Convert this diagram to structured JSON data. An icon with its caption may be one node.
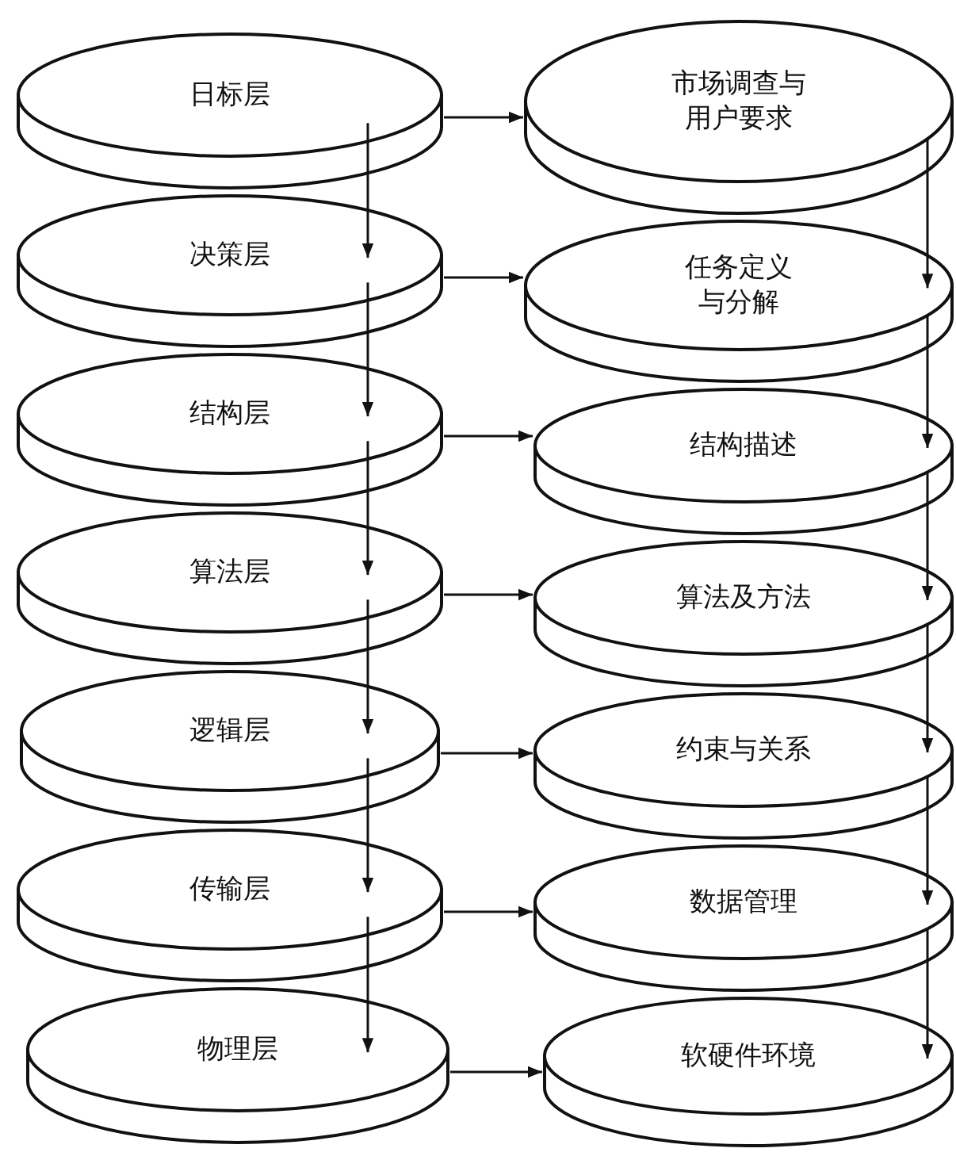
{
  "diagram": {
    "nodes": [
      {
        "text": [
          "日标层"
        ]
      },
      {
        "text": [
          "决策层"
        ]
      },
      {
        "text": [
          "结构层"
        ]
      },
      {
        "text": [
          "算法层"
        ]
      },
      {
        "text": [
          "逻辑层"
        ]
      },
      {
        "text": [
          "传输层"
        ]
      },
      {
        "text": [
          "物理层"
        ]
      },
      {
        "text": [
          "市场调查与用户要求"
        ]
      },
      {
        "text": [
          "任务定义与分解"
        ]
      },
      {
        "text": [
          "结构描述"
        ]
      },
      {
        "text": [
          "算法及方法"
        ]
      },
      {
        "text": [
          "约束与关系"
        ]
      },
      {
        "text": [
          "数据管理"
        ]
      },
      {
        "text": [
          "软硬件环境"
        ]
      }
    ],
    "edges": [
      {
        "from": 0,
        "to": 7,
        "arrow": "to"
      },
      {
        "from": 1,
        "to": 8,
        "arrow": "to"
      },
      {
        "from": 2,
        "to": 9,
        "arrow": "to"
      },
      {
        "from": 3,
        "to": 10,
        "arrow": "to"
      },
      {
        "from": 4,
        "to": 11,
        "arrow": "to"
      },
      {
        "from": 5,
        "to": 12,
        "arrow": "to"
      },
      {
        "from": 6,
        "to": 13,
        "arrow": "to"
      },
      {
        "from": 0,
        "to": 1,
        "arrow": "to"
      },
      {
        "from": 1,
        "to": 2,
        "arrow": "to"
      },
      {
        "from": 2,
        "to": 3,
        "arrow": "to"
      },
      {
        "from": 3,
        "to": 4,
        "arrow": "to"
      },
      {
        "from": 4,
        "to": 5,
        "arrow": "to"
      },
      {
        "from": 5,
        "to": 6,
        "arrow": "to"
      },
      {
        "from": 7,
        "to": 8,
        "arrow": "to"
      },
      {
        "from": 8,
        "to": 9,
        "arrow": "to"
      },
      {
        "from": 9,
        "to": 10,
        "arrow": "to"
      },
      {
        "from": 10,
        "to": 11,
        "arrow": "to"
      },
      {
        "from": 11,
        "to": 12,
        "arrow": "to"
      },
      {
        "from": 12,
        "to": 13,
        "arrow": "to"
      }
    ]
  }
}
